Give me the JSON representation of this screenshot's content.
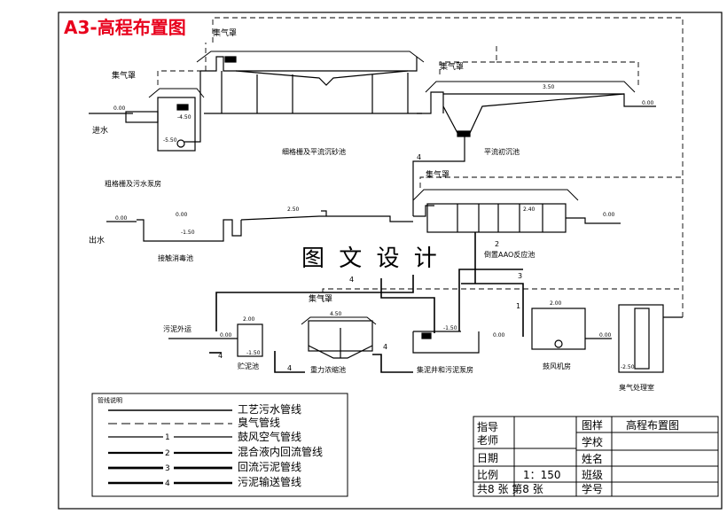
{
  "title": "A3-高程布置图",
  "watermark": "图 文 设 计",
  "labels": {
    "gas_hood": "集气罩",
    "inflow": "进水",
    "outflow": "出水",
    "sludge_out": "污泥外运",
    "coarse_screen": "粗格栅及污水泵房",
    "fine_screen": "细格栅及平流沉砂池",
    "primary": "平流初沉池",
    "aao": "倒置AAO反应池",
    "disinfect": "接触消毒池",
    "storage": "贮泥池",
    "thickener": "重力浓缩池",
    "sludge_well": "集泥井和污泥泵房",
    "blower": "鼓风机房",
    "odor": "臭气处理室"
  },
  "elevations": [
    "0.00",
    "-4.50",
    "-5.50",
    "0.00",
    "0.00",
    "0.00",
    "2.50",
    "0.00",
    "-1.50",
    "2.40",
    "0.00",
    "0.00",
    "2.00",
    "-1.50",
    "2.00",
    "4.50",
    "-1.50",
    "0.00",
    "-2.50",
    "3.50"
  ],
  "line_numbers": [
    "4",
    "4",
    "4",
    "2",
    "3",
    "1",
    "4",
    "4"
  ],
  "legend": {
    "title": "管线说明",
    "items": [
      {
        "num": "",
        "label": "工艺污水管线"
      },
      {
        "num": "",
        "label": "臭气管线"
      },
      {
        "num": "1",
        "label": "鼓风空气管线"
      },
      {
        "num": "2",
        "label": "混合液内回流管线"
      },
      {
        "num": "3",
        "label": "回流污泥管线"
      },
      {
        "num": "4",
        "label": "污泥输送管线"
      }
    ]
  },
  "titleblock": {
    "supervisor": "指导\n老师",
    "date": "日期",
    "scale_label": "比例",
    "scale_value": "1：150",
    "sheets": "共8 张   第8 张",
    "drawing_label": "图样",
    "drawing_name": "高程布置图",
    "school": "学校",
    "name": "姓名",
    "class": "班级",
    "student_id": "学号"
  }
}
